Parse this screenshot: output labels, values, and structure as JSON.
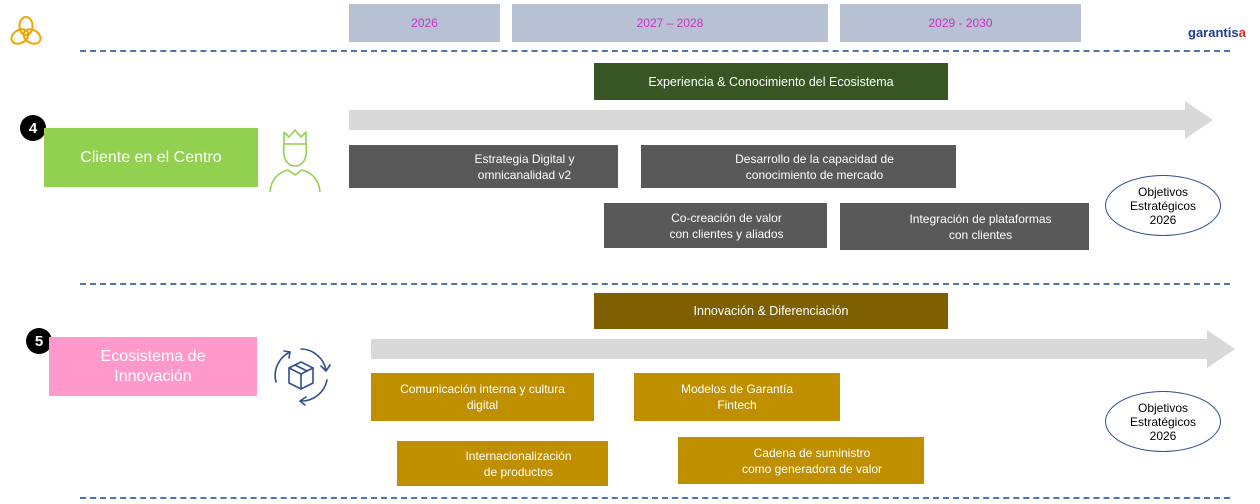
{
  "header": {
    "years": [
      "2026",
      "2027 – 2028",
      "2029 - 2030"
    ],
    "brand_main": "garantis",
    "brand_accent": "a"
  },
  "section_4": {
    "number": "4",
    "pillar": "Cliente en el Centro",
    "banner": "Experiencia & Conocimiento del Ecosistema",
    "initiatives": [
      "Estrategia Digital y\nomnicanalidad v2",
      "Desarrollo de la capacidad de\nconocimiento de mercado",
      "Co-creación de valor\ncon clientes y aliados",
      "Integración de plataformas\ncon clientes"
    ],
    "objective": "Objetivos\nEstratégicos\n2026"
  },
  "section_5": {
    "number": "5",
    "pillar": "Ecosistema de\nInnovación",
    "banner": "Innovación & Diferenciación",
    "initiatives": [
      "Comunicación interna y cultura\ndigital",
      "Modelos de Garantía\nFintech",
      "Internacionalización\nde productos",
      "Cadena de suministro\ncomo generadora de valor"
    ],
    "objective": "Objetivos\nEstratégicos\n2026"
  },
  "colors": {
    "year_bar": "#b7c1d3",
    "year_text": "#cc2fc7",
    "section4_banner": "#375623",
    "section5_banner": "#7f6000",
    "section4_pillar": "#92d050",
    "section5_pillar": "#ff99cc",
    "initiative_gray": "#595959",
    "initiative_gold": "#bf8f00",
    "arrow": "#d9d9d9",
    "divider": "#4a76b0"
  },
  "icons": [
    "logo-icon",
    "customer-crown-icon",
    "innovation-cycle-icon"
  ]
}
